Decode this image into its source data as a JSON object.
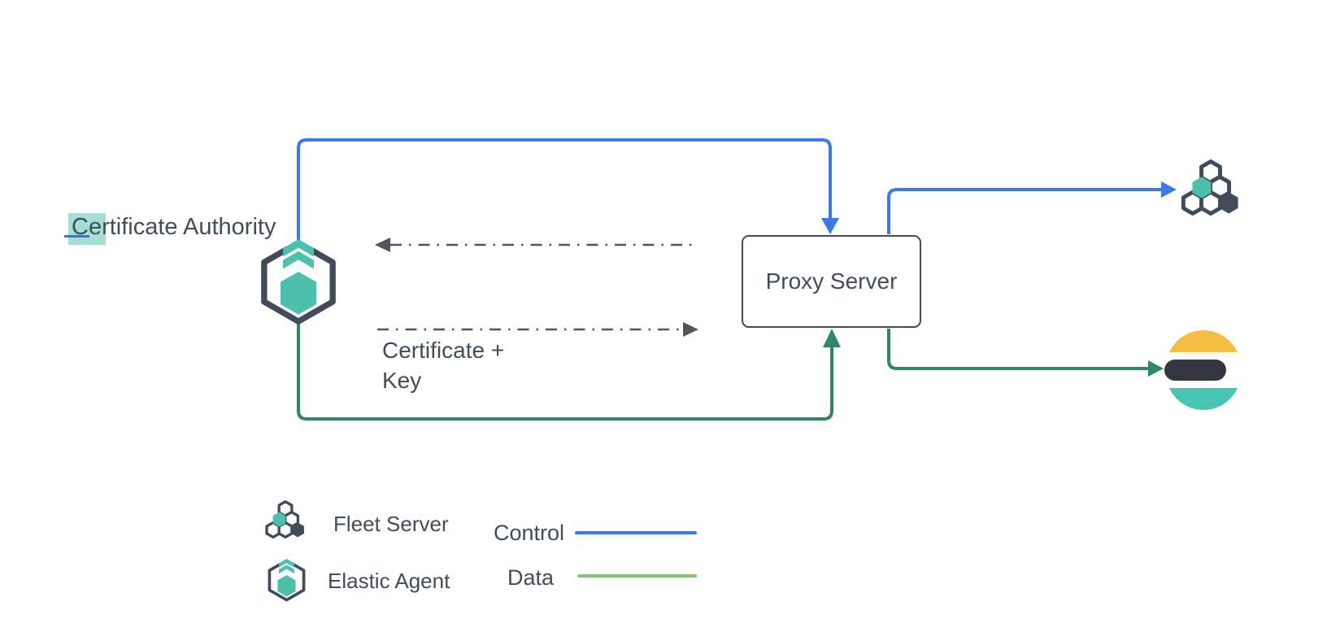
{
  "colors": {
    "control_blue": "#3C79E6",
    "data_green_dark": "#318568",
    "data_green_legend": "#7CC96D",
    "teal": "#4DBFAD",
    "slate": "#414B59",
    "text_color": "#414D59",
    "dashed_gray": "#4E5760",
    "es_yellow": "#F3BD42",
    "es_teal": "#48C4B3",
    "es_dark": "#343741",
    "highlight_teal": "rgba(78,190,172,0.5)",
    "caret_blue": "#3C6FE0"
  },
  "nodes": {
    "certificate_authority": {
      "label": "Certificate Authority",
      "icon": "elastic-agent-icon"
    },
    "proxy_server": {
      "label": "Proxy Server"
    },
    "fleet_server": {
      "icon": "fleet-server-icon"
    },
    "elasticsearch": {
      "icon": "elasticsearch-icon"
    }
  },
  "annotations": {
    "certificate_key": "Certificate +\nKey"
  },
  "legend": {
    "items": [
      {
        "icon": "fleet-server-icon",
        "label": "Fleet Server"
      },
      {
        "icon": "elastic-agent-icon",
        "label": "Elastic Agent"
      }
    ],
    "lines": [
      {
        "label": "Control",
        "color": "#3C79E6"
      },
      {
        "label": "Data",
        "color": "#7CC96D"
      }
    ]
  }
}
